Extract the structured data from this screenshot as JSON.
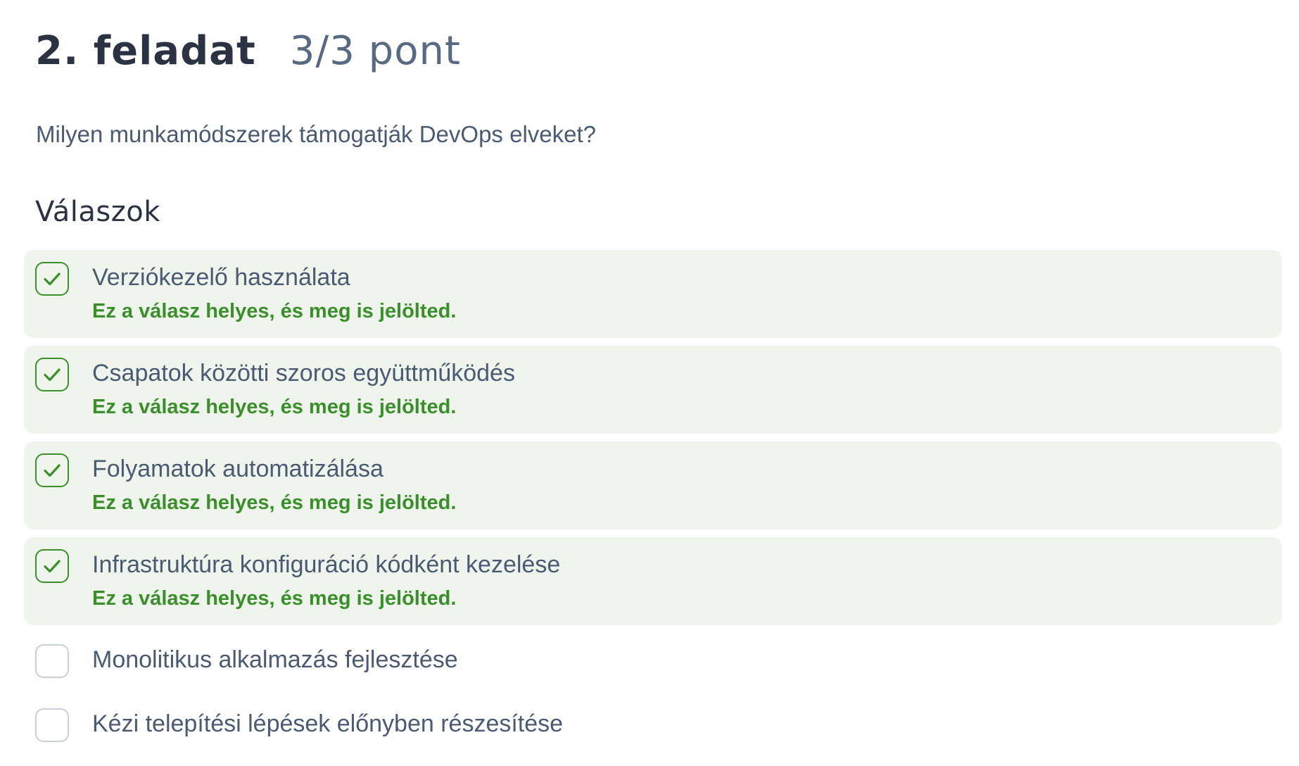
{
  "task": {
    "title": "2. feladat",
    "points": "3/3 pont"
  },
  "question": "Milyen munkamódszerek támogatják DevOps elveket?",
  "answers_heading": "Válaszok",
  "colors": {
    "correct_accent": "#3a8f2a",
    "correct_background": "#eff5ec",
    "text": "#4a5a72",
    "heading": "#2b3242"
  },
  "answers": [
    {
      "label": "Verziókezelő használata",
      "checked": true,
      "feedback": "Ez a válasz helyes, és meg is jelölted.",
      "icon": "check-icon"
    },
    {
      "label": "Csapatok közötti szoros együttműködés",
      "checked": true,
      "feedback": "Ez a válasz helyes, és meg is jelölted.",
      "icon": "check-icon"
    },
    {
      "label": "Folyamatok automatizálása",
      "checked": true,
      "feedback": "Ez a válasz helyes, és meg is jelölted.",
      "icon": "check-icon"
    },
    {
      "label": "Infrastruktúra konfiguráció kódként kezelése",
      "checked": true,
      "feedback": "Ez a válasz helyes, és meg is jelölted.",
      "icon": "check-icon"
    },
    {
      "label": "Monolitikus alkalmazás fejlesztése",
      "checked": false
    },
    {
      "label": "Kézi telepítési lépések előnyben részesítése",
      "checked": false
    }
  ]
}
